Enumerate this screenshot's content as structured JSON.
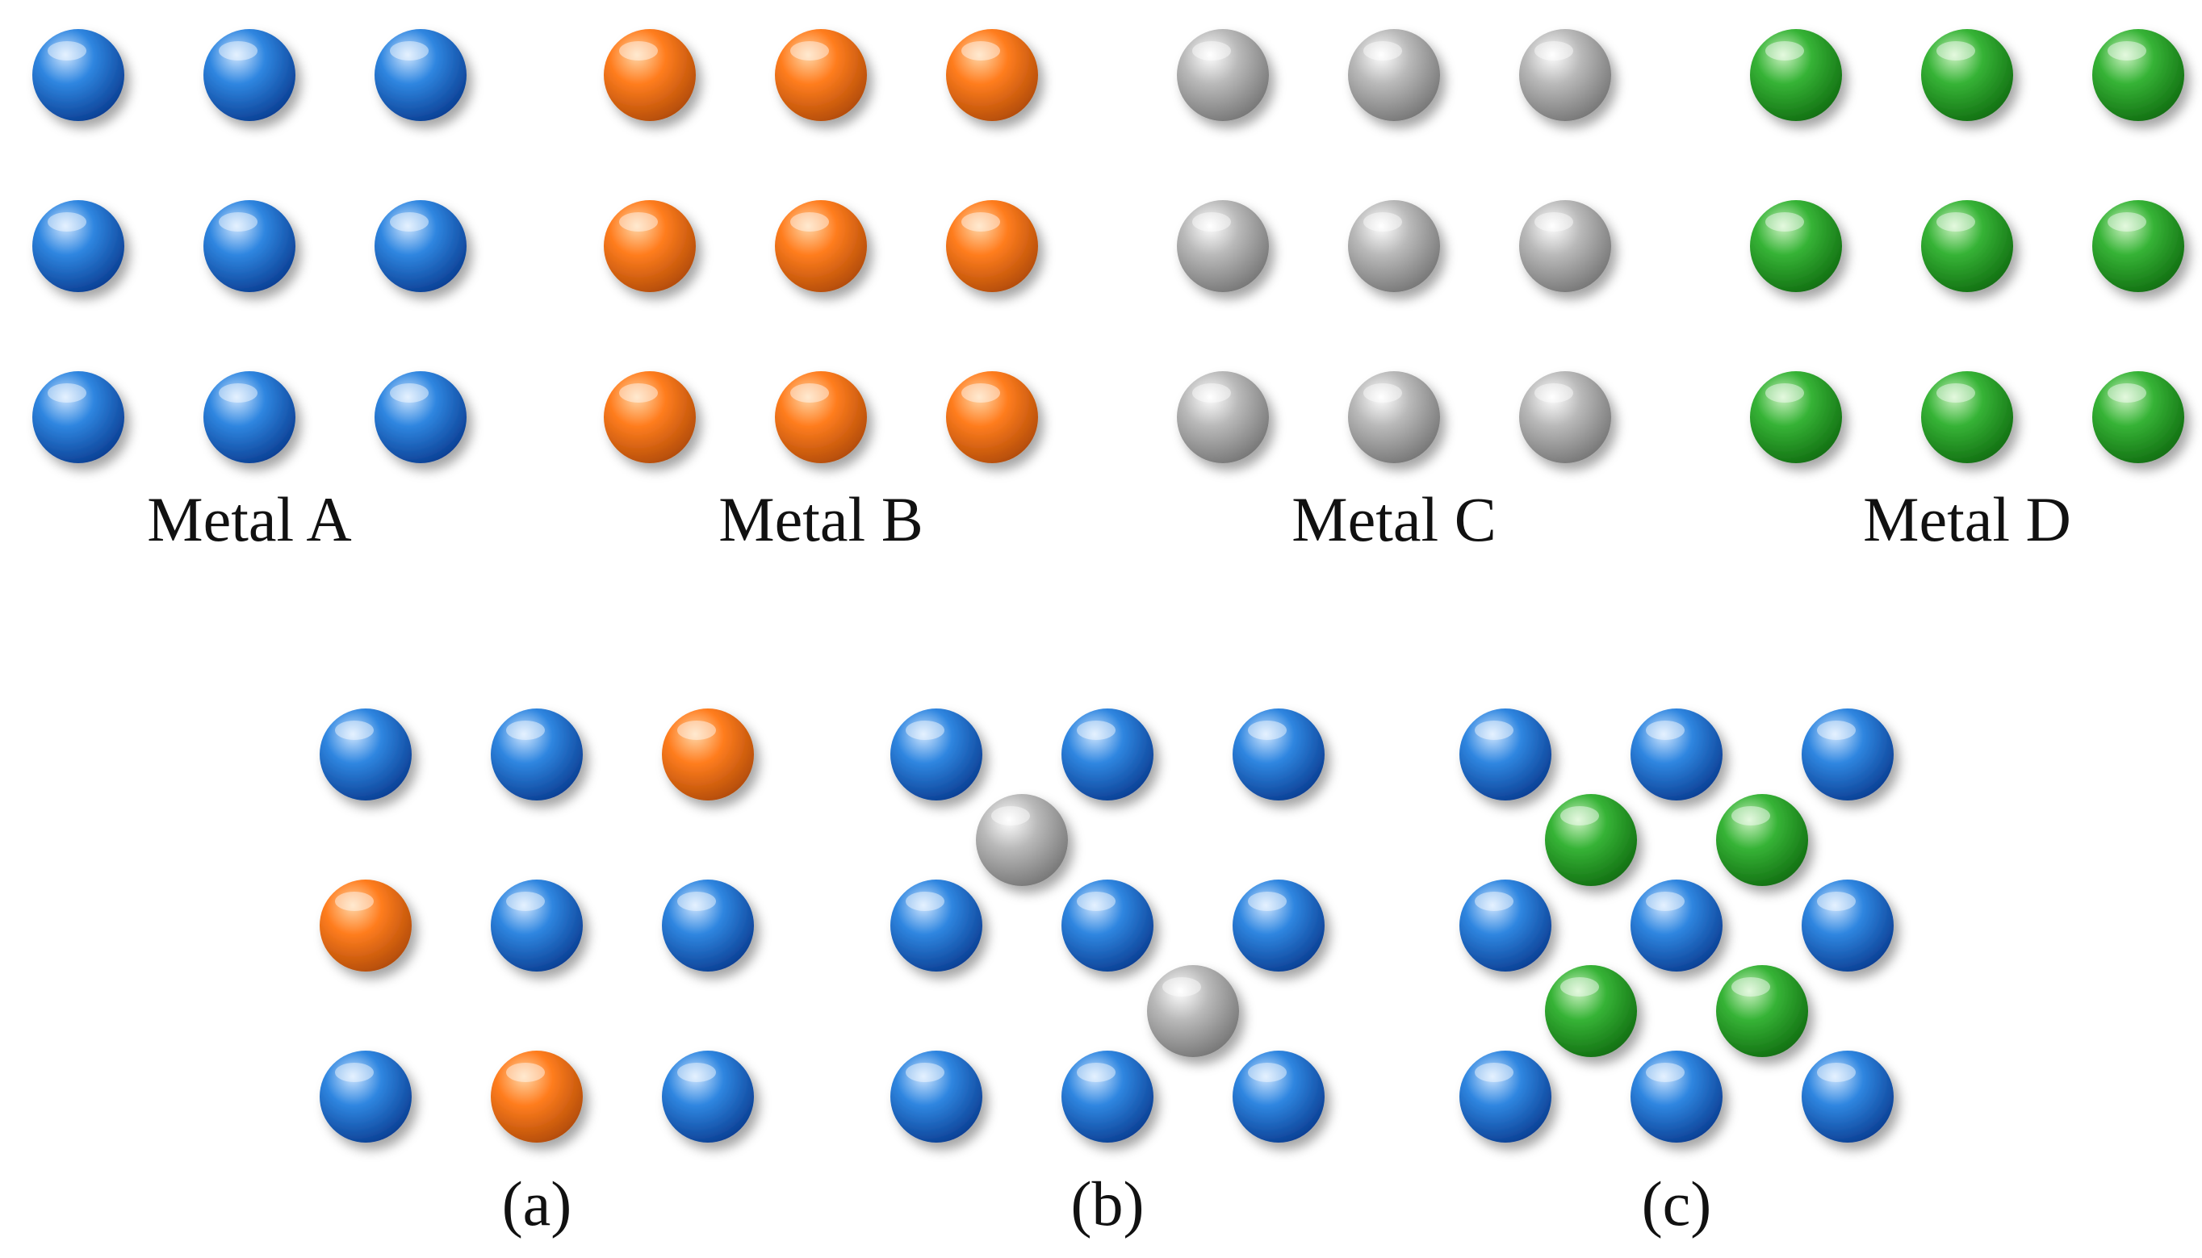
{
  "colors": {
    "blue": {
      "light": "#cfe6ff",
      "mid": "#2f86e0",
      "dark": "#0b3f94"
    },
    "orange": {
      "light": "#ffd7a8",
      "mid": "#ff7d1f",
      "dark": "#b34c06"
    },
    "gray": {
      "light": "#ffffff",
      "mid": "#b9b9b9",
      "dark": "#777777"
    },
    "green": {
      "light": "#cdf3c3",
      "mid": "#36b336",
      "dark": "#126f12"
    }
  },
  "metals": [
    {
      "label": "Metal A",
      "color": "blue"
    },
    {
      "label": "Metal B",
      "color": "orange"
    },
    {
      "label": "Metal C",
      "color": "gray"
    },
    {
      "label": "Metal D",
      "color": "green"
    }
  ],
  "structures": [
    {
      "label": "(a)",
      "kind": "substitutional",
      "grid": [
        [
          "blue",
          "blue",
          "orange"
        ],
        [
          "orange",
          "blue",
          "blue"
        ],
        [
          "blue",
          "orange",
          "blue"
        ]
      ],
      "interstitials": []
    },
    {
      "label": "(b)",
      "kind": "interstitial",
      "grid": [
        [
          "blue",
          "blue",
          "blue"
        ],
        [
          "blue",
          "blue",
          "blue"
        ],
        [
          "blue",
          "blue",
          "blue"
        ]
      ],
      "interstitials": [
        {
          "row": 0,
          "col": 0,
          "color": "gray"
        },
        {
          "row": 1,
          "col": 1,
          "color": "gray"
        }
      ]
    },
    {
      "label": "(c)",
      "kind": "interstitial",
      "grid": [
        [
          "blue",
          "blue",
          "blue"
        ],
        [
          "blue",
          "blue",
          "blue"
        ],
        [
          "blue",
          "blue",
          "blue"
        ]
      ],
      "interstitials": [
        {
          "row": 0,
          "col": 0,
          "color": "green"
        },
        {
          "row": 0,
          "col": 1,
          "color": "green"
        },
        {
          "row": 1,
          "col": 0,
          "color": "green"
        },
        {
          "row": 1,
          "col": 1,
          "color": "green"
        }
      ]
    }
  ]
}
